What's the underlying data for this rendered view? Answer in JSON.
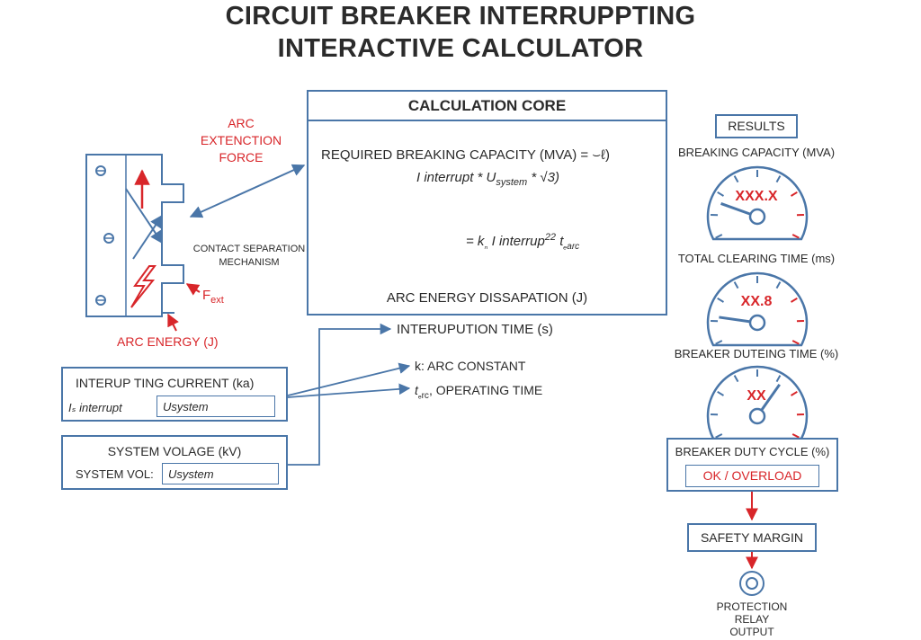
{
  "title": {
    "line1": "CIRCUIT BREAKER INTERRUPPTING",
    "line2": "INTERACTIVE CALCULATOR"
  },
  "mechanism": {
    "arc_force_l1": "ARC",
    "arc_force_l2": "EXTENCTION",
    "arc_force_l3": "FORCE",
    "contact_sep_l1": "CONTACT SEPARATION",
    "contact_sep_l2": "MECHANISM",
    "f_ext": "F",
    "f_ext_sub": "ext",
    "arc_energy": "ARC ENERGY (J)"
  },
  "core": {
    "header": "CALCULATION CORE",
    "formula1": "REQUIRED BREAKING CAPACITY (MVA) = ⌣ℓ)",
    "formula2_a": "I interrupt * U",
    "formula2_sub": "system",
    "formula2_b": " * √3)",
    "formula3_a": "=  k",
    "formula3_k_sub": "ₙ",
    "formula3_b": "  I interrup",
    "formula3_sup": "22",
    "formula3_c": " t",
    "formula3_t_sub": "ₑarc",
    "footer": "ARC ENERGY DISSAPATION (J)"
  },
  "labels": {
    "interruption_time": "INTERUPUTION TIME (s)",
    "arc_constant": "k: ARC CONSTANT",
    "operating_time_t": "t",
    "operating_time_sub": "ₑrc",
    "operating_time": ", OPERATING TIME"
  },
  "inputs": {
    "current": {
      "label": "INTERUP TING CURRENT (ka)",
      "symbol": "Iₛ interrupt",
      "value": "Usystem"
    },
    "voltage": {
      "label": "SYSTEM VOLAGE (kV)",
      "symbol": "SYSTEM VOL:",
      "value": "Usystem"
    }
  },
  "results": {
    "header": "RESULTS",
    "gauges": [
      {
        "label": "BREAKING CAPACITY (MVA)",
        "value": "XXX.X",
        "level": 0.2
      },
      {
        "label": "TOTAL CLEARING TIME (ms)",
        "value": "XX.8",
        "level": 0.15
      },
      {
        "label": "BREAKER DUTEING TIME (%)",
        "value": "XX",
        "level": 0.65
      }
    ],
    "duty_cycle_label": "BREAKER DUTY CYCLE (%)",
    "duty_cycle_status": "OK / OVERLOAD",
    "safety_margin": "SAFETY MARGIN",
    "relay_l1": "PROTECTION",
    "relay_l2": "RELAY",
    "relay_l3": "OUTPUT"
  },
  "colors": {
    "accent_blue": "#4a76a8",
    "alert_red": "#d8262a",
    "text": "#2a2a2a"
  }
}
